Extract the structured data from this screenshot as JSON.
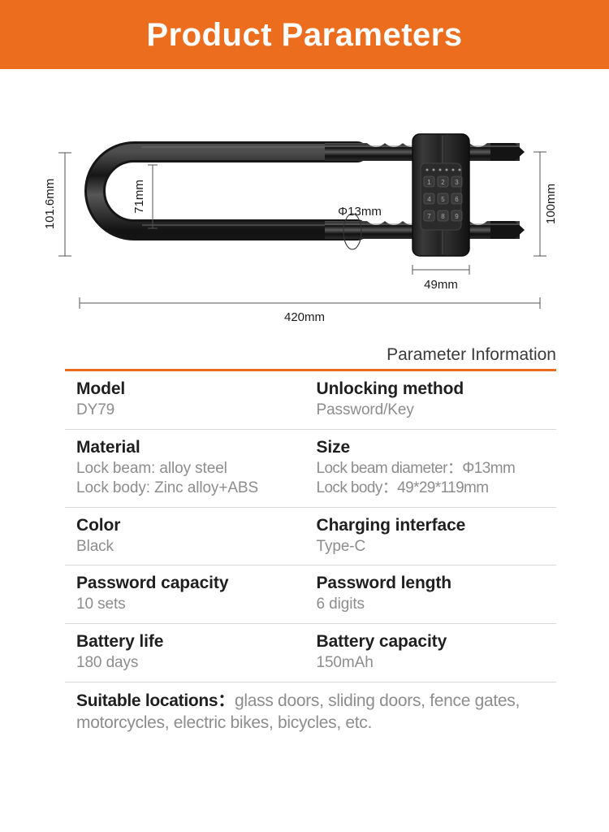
{
  "header": {
    "title": "Product Parameters",
    "accent_color": "#ED6D1E"
  },
  "diagram": {
    "name": "u-lock-dimension-drawing",
    "dimensions": {
      "shackle_height": "101.6mm",
      "inner_height": "71mm",
      "beam_diameter": "Φ13mm",
      "body_height": "100mm",
      "body_width": "49mm",
      "total_length": "420mm"
    },
    "keypad_digits": [
      "1",
      "2",
      "3",
      "4",
      "5",
      "6",
      "7",
      "8",
      "9"
    ],
    "led_count": 6
  },
  "table": {
    "heading": "Parameter Information",
    "rule_color": "#EC6C1D",
    "rows": [
      {
        "left": {
          "label": "Model",
          "values": [
            "DY79"
          ]
        },
        "right": {
          "label": "Unlocking method",
          "values": [
            "Password/Key"
          ]
        }
      },
      {
        "left": {
          "label": "Material",
          "values": [
            "Lock beam: alloy steel",
            "Lock body: Zinc alloy+ABS"
          ]
        },
        "right": {
          "label": "Size",
          "values": [
            "Lock beam diameter：Φ13mm",
            "Lock body：49*29*119mm"
          ]
        }
      },
      {
        "left": {
          "label": "Color",
          "values": [
            "Black"
          ]
        },
        "right": {
          "label": "Charging interface",
          "values": [
            "Type-C"
          ]
        }
      },
      {
        "left": {
          "label": "Password capacity",
          "values": [
            "10 sets"
          ]
        },
        "right": {
          "label": "Password length",
          "values": [
            "6 digits"
          ]
        }
      },
      {
        "left": {
          "label": "Battery life",
          "values": [
            "180 days"
          ]
        },
        "right": {
          "label": "Battery capacity",
          "values": [
            "150mAh"
          ]
        }
      }
    ],
    "suitable": {
      "label": "Suitable locations：",
      "value": "glass doors, sliding doors, fence gates, motorcycles, electric bikes, bicycles, etc."
    }
  }
}
